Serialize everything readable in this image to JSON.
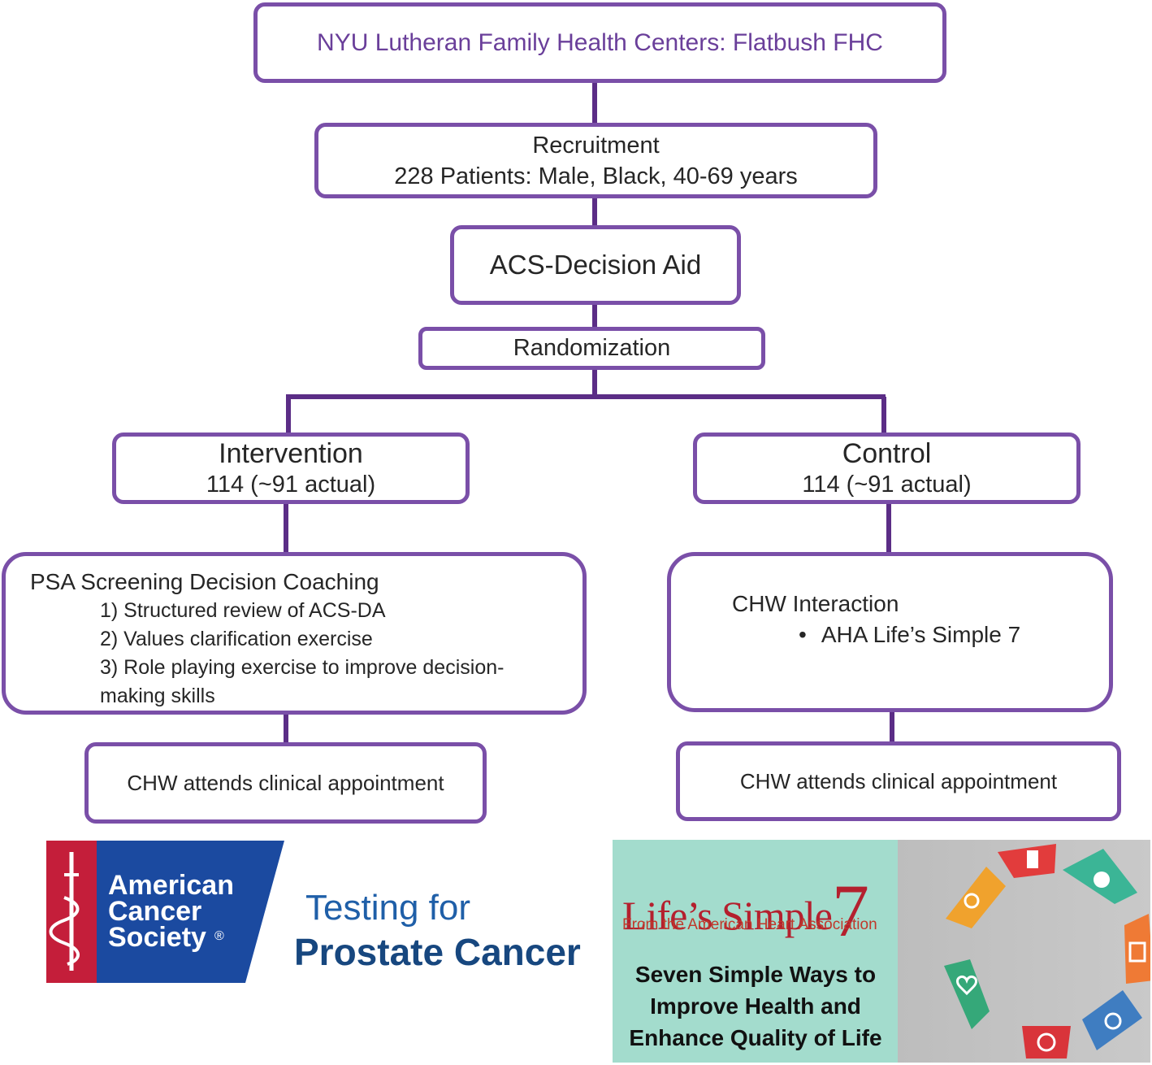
{
  "flowchart": {
    "site": "NYU Lutheran Family Health Centers: Flatbush FHC",
    "recruitment": {
      "title": "Recruitment",
      "detail": "228 Patients: Male, Black, 40-69 years"
    },
    "decision_aid": "ACS-Decision Aid",
    "randomization": "Randomization",
    "intervention": {
      "title": "Intervention",
      "count": "114 (~91 actual)",
      "coaching": {
        "heading": "PSA Screening Decision Coaching",
        "steps": [
          "1) Structured review of ACS-DA",
          "2) Values clarification exercise",
          "3) Role playing exercise to improve decision-",
          "making skills"
        ]
      },
      "appointment": "CHW attends clinical appointment"
    },
    "control": {
      "title": "Control",
      "count": "114 (~91 actual)",
      "interaction": {
        "heading": "CHW Interaction",
        "bullet": "AHA Life’s Simple 7"
      },
      "appointment": "CHW attends clinical appointment"
    }
  },
  "acs_panel": {
    "logo_line1": "American",
    "logo_line2": "Cancer",
    "logo_line3": "Society",
    "registered": "®",
    "title_line1": "Testing for",
    "title_line2": "Prostate Cancer"
  },
  "ls7_panel": {
    "title_word": "Life’s Simple",
    "title_number": "7",
    "subtitle": "From the American Heart Association",
    "tagline": [
      "Seven Simple Ways to",
      "Improve Health and",
      "Enhance Quality of Life"
    ]
  },
  "colors": {
    "border": "#7a4fa8",
    "connector": "#5b2d86",
    "acs_red": "#c41e3a",
    "acs_blue": "#1b4aa0",
    "ls7_red": "#b4202e"
  }
}
